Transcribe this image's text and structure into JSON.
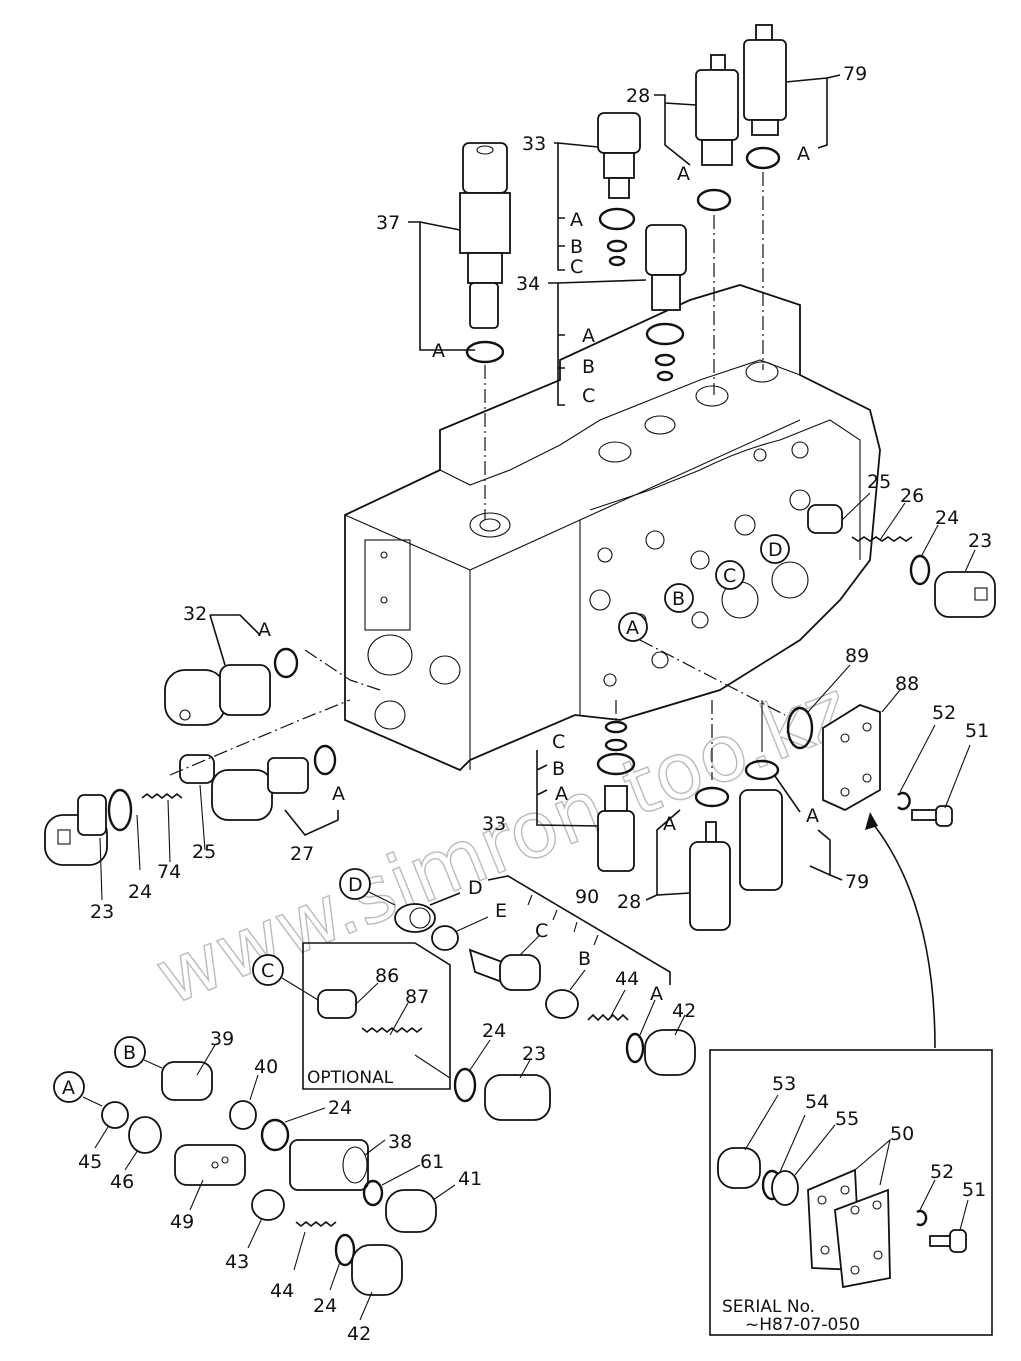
{
  "diagram": {
    "title": "Control valve exploded parts diagram",
    "watermark": "www.simron-too.kz",
    "inset": {
      "serial_line1": "SERIAL No.",
      "serial_line2": "~H87-07-050",
      "labels": [
        "53",
        "54",
        "55",
        "50",
        "52",
        "51"
      ]
    },
    "optional_box": {
      "label": "OPTIONAL",
      "labels": [
        "86",
        "87"
      ]
    },
    "callouts": {
      "c37": "37",
      "c33_top": "33",
      "c34": "34",
      "c28_top": "28",
      "c79_top": "79",
      "c32": "32",
      "c25_left": "25",
      "c27": "27",
      "c74": "74",
      "c24_left": "24",
      "c23_left": "23",
      "c25_right": "25",
      "c26": "26",
      "c24_right": "24",
      "c23_right": "23",
      "c89": "89",
      "c88": "88",
      "c52": "52",
      "c51": "51",
      "c33_bot": "33",
      "c28_bot": "28",
      "c79_bot": "79",
      "c90": "90",
      "c44_mid": "44",
      "c42_mid": "42",
      "c24_mid": "24",
      "c23_mid": "23",
      "c39": "39",
      "c40": "40",
      "c24_low": "24",
      "c38": "38",
      "c61": "61",
      "c41": "41",
      "c45": "45",
      "c46": "46",
      "c49": "49",
      "c43": "43",
      "c44_low": "44",
      "c24_bottom": "24",
      "c42_bottom": "42"
    },
    "letters": {
      "A": "A",
      "B": "B",
      "C": "C",
      "D": "D",
      "E": "E"
    },
    "circled_refs": [
      "A",
      "B",
      "C",
      "D"
    ]
  }
}
